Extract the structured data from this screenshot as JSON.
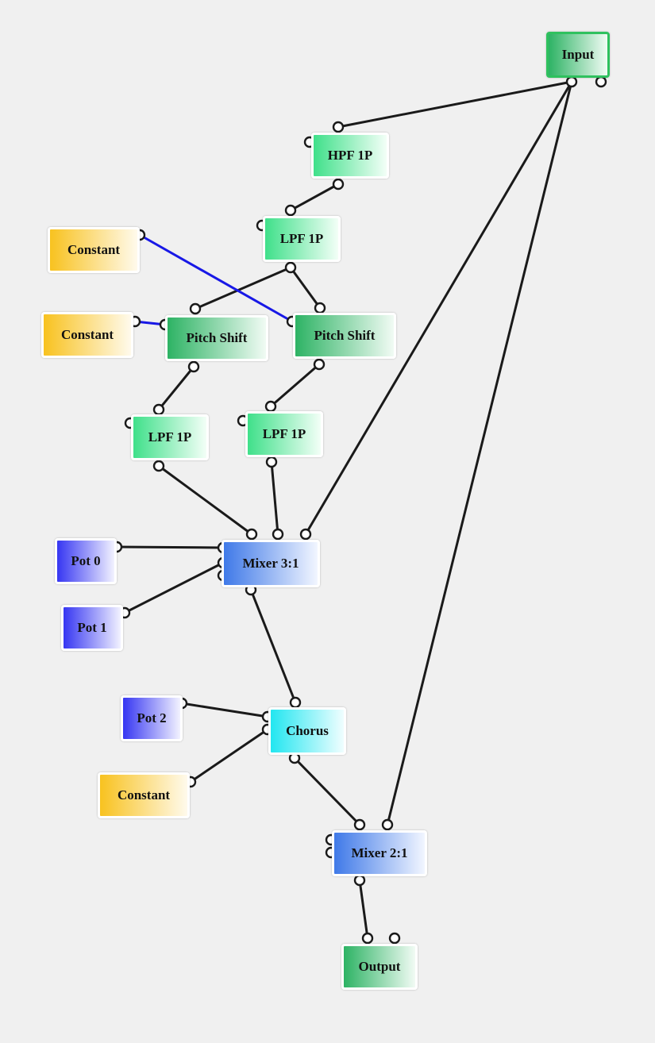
{
  "colors": {
    "background": "#f0f0f0",
    "wire": "#1a1a1a",
    "control_wire": "#1818e6",
    "port_fill": "#ffffff",
    "port_stroke": "#1a1a1a"
  },
  "nodes": {
    "input": {
      "label": "Input"
    },
    "hpf": {
      "label": "HPF 1P"
    },
    "lpf_top": {
      "label": "LPF 1P"
    },
    "const_1": {
      "label": "Constant"
    },
    "const_2": {
      "label": "Constant"
    },
    "pitch_left": {
      "label": "Pitch Shift"
    },
    "pitch_right": {
      "label": "Pitch Shift"
    },
    "lpf_left": {
      "label": "LPF 1P"
    },
    "lpf_right": {
      "label": "LPF 1P"
    },
    "pot0": {
      "label": "Pot 0"
    },
    "mixer3": {
      "label": "Mixer 3:1"
    },
    "pot1": {
      "label": "Pot 1"
    },
    "pot2": {
      "label": "Pot 2"
    },
    "chorus": {
      "label": "Chorus"
    },
    "const_3": {
      "label": "Constant"
    },
    "mixer2": {
      "label": "Mixer 2:1"
    },
    "output": {
      "label": "Output"
    }
  }
}
